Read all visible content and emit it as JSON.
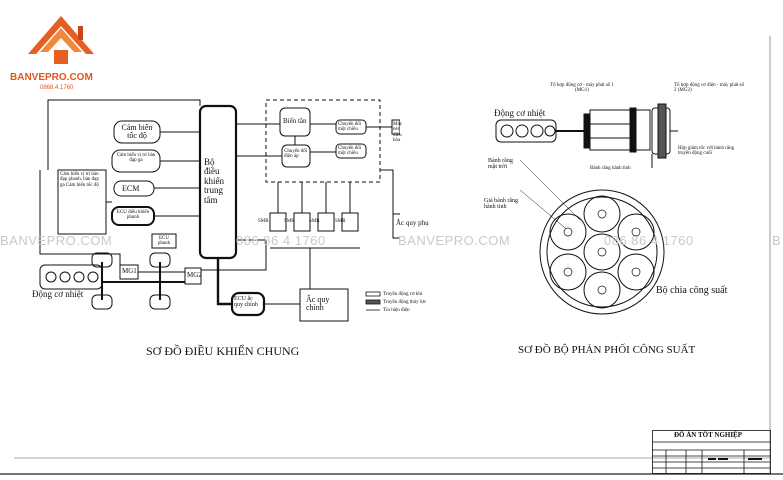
{
  "brand": {
    "name": "BANVEPRO.COM",
    "phone": "0868.4.1760",
    "watermarks": [
      "BANVEPRO.COM",
      "086 86 4 1760",
      "BANVEPRO.COM",
      "086 86 4 1760",
      "B"
    ]
  },
  "left_diagram": {
    "caption": "SƠ ĐỒ ĐIỀU KHIỂN CHUNG",
    "blocks": {
      "sensor_speed": "Cảm biến tốc độ",
      "sensor_brake": "Cảm biến vị trí bàn đạp ga",
      "sensor_multi": "Cảm biến vị trí bàn đạp phanh, bàn đạp ga Cảm biến tốc độ",
      "ecm": "ECM",
      "ecu_brake": "ECU điều khiển phanh",
      "ecu_brake2": "ECU phanh",
      "central": "Bộ điều khiển trung tâm",
      "inverter": "Biến tần",
      "converter_dc": "Chuyển đổi điện áp",
      "converter_ac": "Chuyển đổi một chiều",
      "converter_dc2": "Chuyển đổi một chiều",
      "ac_motor": "Máy nén điều hòa",
      "battery_small": "Ắc quy phụ",
      "battery_main": "Ắc quy chính",
      "ecu_battery": "ECU ắc quy chính",
      "smr": [
        "SMR",
        "SMR",
        "SMR",
        "SMR"
      ],
      "mg1": "MG1",
      "mg2": "MG2",
      "engine": "Động cơ nhiệt"
    },
    "legend": [
      "Truyền động cơ khí",
      "Truyền động thủy lực",
      "Tín hiệu điện"
    ]
  },
  "right_diagram": {
    "caption": "SƠ ĐỒ BỘ PHẢN PHỐI CÔNG SUẤT",
    "engine": "Động cơ nhiệt",
    "mg1_label": "Tổ hợp động cơ - máy phát số 1 (MG1)",
    "mg2_label": "Tổ hợp động cơ điện - máy phát số 2 (MG2)",
    "sun_gear": "Bánh răng mặt trời",
    "planet_carrier": "Giá bánh răng hành tinh",
    "planet_gear": "Bánh răng hành tinh",
    "ring_gear": "Hộp giảm tốc với bánh răng truyền động cuối",
    "splitter": "Bộ chia công suất"
  },
  "title_block": {
    "title": "ĐỒ ÁN TỐT NGHIỆP"
  }
}
